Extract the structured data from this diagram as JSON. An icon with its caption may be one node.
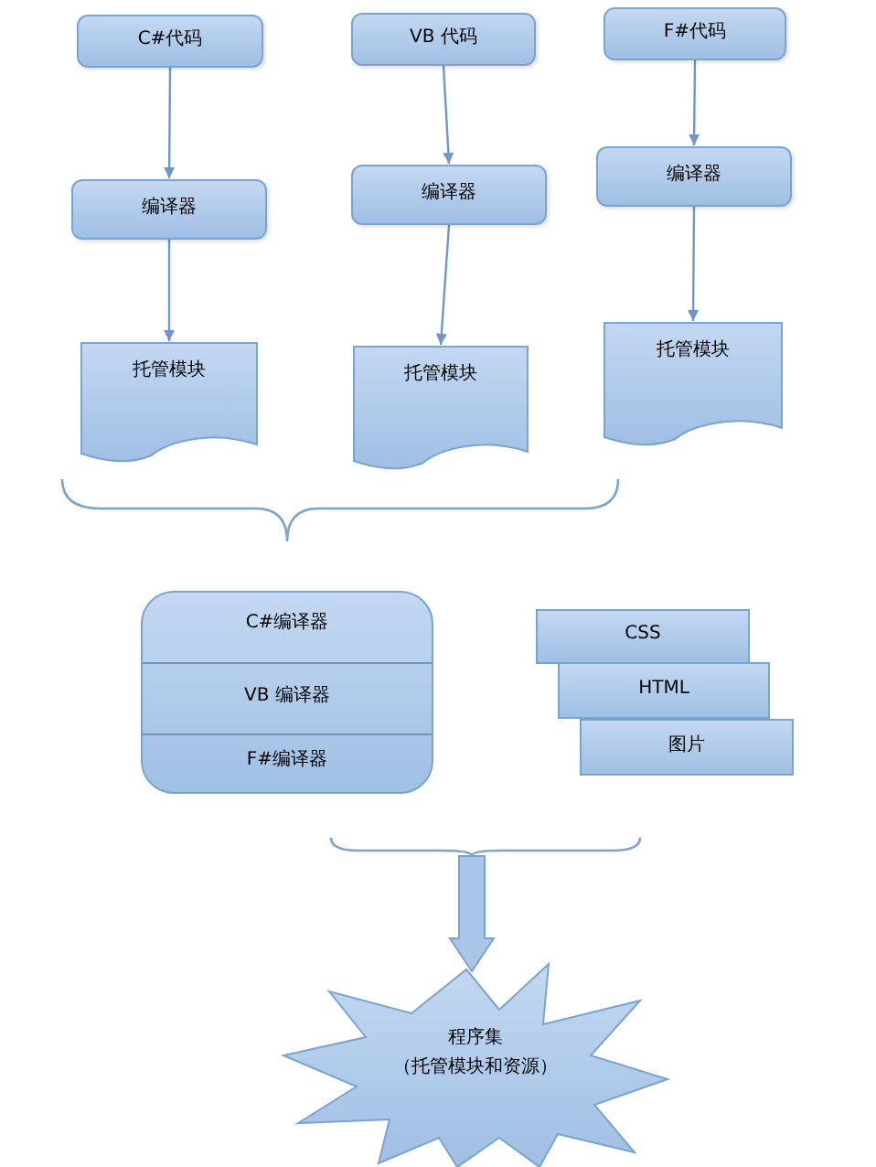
{
  "diagram": {
    "nodes": [
      {
        "text": [
          "C#代码"
        ]
      },
      {
        "text": [
          "VB 代码"
        ]
      },
      {
        "text": [
          "F#代码"
        ]
      },
      {
        "text": [
          "编译器"
        ]
      },
      {
        "text": [
          "编译器"
        ]
      },
      {
        "text": [
          "编译器"
        ]
      },
      {
        "text": [
          "托管模块"
        ]
      },
      {
        "text": [
          "托管模块"
        ]
      },
      {
        "text": [
          "托管模块"
        ]
      },
      {
        "text": [],
        "shape": "box"
      },
      {
        "text": [
          "C#编译器"
        ],
        "in": 9
      },
      {
        "text": [
          "VB 编译器"
        ],
        "in": 9
      },
      {
        "text": [
          "F#编译器"
        ],
        "in": 9
      },
      {
        "text": [
          "CSS"
        ]
      },
      {
        "text": [
          "HTML"
        ]
      },
      {
        "text": [
          "图片"
        ]
      },
      {
        "text": [
          "程序集",
          "（托管模块和资源）"
        ]
      }
    ],
    "edges": [
      {
        "from": 0,
        "to": 3,
        "arrow": "to"
      },
      {
        "from": 3,
        "to": 6,
        "arrow": "to"
      },
      {
        "from": 1,
        "to": 4,
        "arrow": "to"
      },
      {
        "from": 4,
        "to": 7,
        "arrow": "to"
      },
      {
        "from": 2,
        "to": 5,
        "arrow": "to"
      },
      {
        "from": 5,
        "to": 8,
        "arrow": "to"
      },
      {
        "from": null,
        "to": 16,
        "arrow": "to",
        "style": "thick"
      }
    ]
  }
}
